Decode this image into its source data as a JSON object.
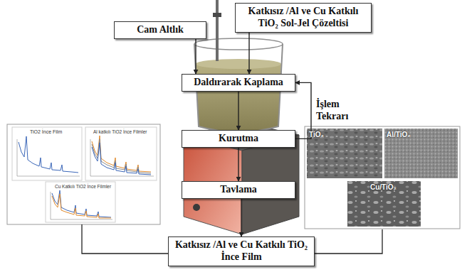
{
  "diagram": {
    "nodes": [
      {
        "text": [
          "Cam Altlık"
        ]
      },
      {
        "text": [
          "Katkısız /Al ve Cu Katkılı TiO₂ Sol-Jel Çözeltisi"
        ]
      },
      {
        "text": [
          "Daldırarak Kaplama"
        ]
      },
      {
        "text": [
          "Kurutma"
        ]
      },
      {
        "text": [
          "Tavlama"
        ]
      },
      {
        "text": [
          "Katkısız /Al ve Cu Katkılı TiO₂ İnce Film"
        ]
      }
    ],
    "edges": [
      {
        "from": 0,
        "to": 2,
        "arrow": "to"
      },
      {
        "from": 1,
        "to": 2,
        "arrow": "to"
      },
      {
        "from": 2,
        "to": 3,
        "arrow": "to"
      },
      {
        "from": 3,
        "to": 2,
        "label": "İşlem Tekrarı",
        "arrow": "to"
      },
      {
        "from": 3,
        "to": 4,
        "arrow": "to"
      },
      {
        "from": 4,
        "to": 5,
        "arrow": "to"
      }
    ],
    "labels": [
      "TiO2 İnce Film",
      "Al katkılı TiO2 İnce Filmler",
      "Cu Katkılı TiO2 İnce Filmler",
      "TiO₂",
      "Al/TiO₂",
      "Cu/TiO₂"
    ]
  }
}
